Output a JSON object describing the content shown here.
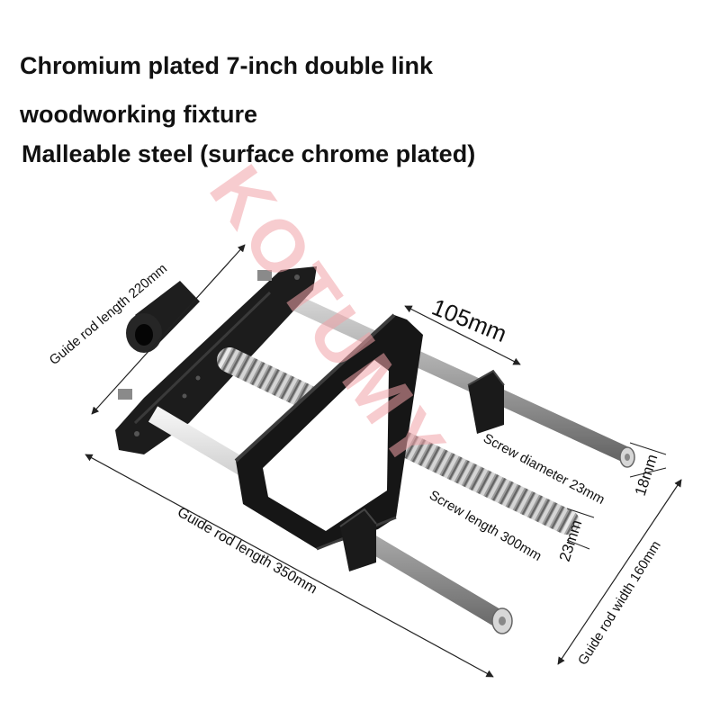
{
  "title": {
    "line1": "Chromium plated 7-inch double link",
    "line2": "woodworking fixture",
    "line3": "Malleable steel (surface chrome plated)"
  },
  "watermark": "KOTUMY",
  "dimensions": {
    "guide_rod_short": "Guide rod length 220mm",
    "jaw_width": "105mm",
    "screw_diameter": "Screw diameter 23mm",
    "guide_rod_diameter": "18mm",
    "screw_length": "Screw length 300mm",
    "screw_thread": "23mm",
    "guide_rod_long": "Guide rod length 350mm",
    "guide_rod_width": "Guide rod width 160mm"
  },
  "colors": {
    "iron": "#1c1c1c",
    "chrome": "#c9c9c9",
    "watermark": "#f2a3a8"
  }
}
